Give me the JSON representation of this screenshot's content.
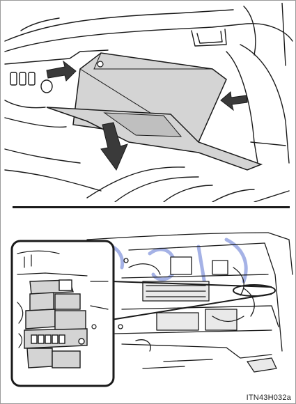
{
  "figure": {
    "code": "ITN43H032a",
    "icons": [
      "glove-box-illustration",
      "push-arrow-left-icon",
      "push-arrow-right-icon",
      "pull-down-arrow-icon",
      "relay-box-illustration",
      "zoom-inset-callout"
    ],
    "colors": {
      "arrow": "#3a3a3a",
      "fill": "#d4d4d4",
      "lines": "#1a1a1a",
      "watermark": "#3a57c8"
    }
  }
}
